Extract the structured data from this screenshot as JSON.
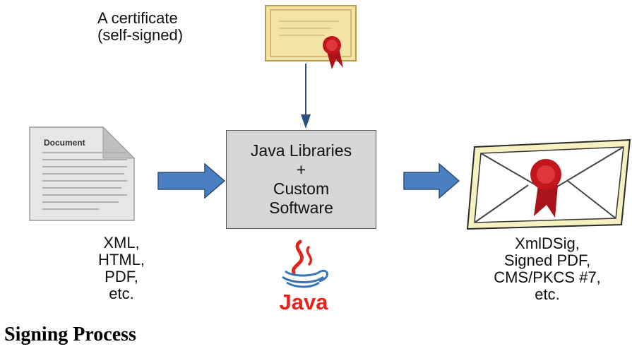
{
  "certificate": {
    "label_line1": "A certificate",
    "label_line2": "(self-signed)",
    "icon": "certificate-icon"
  },
  "input": {
    "icon": "document-icon",
    "doc_title": "Document",
    "labels": [
      "XML,",
      "HTML,",
      "PDF,",
      "etc."
    ]
  },
  "process": {
    "lines": [
      "Java Libraries",
      "+",
      "Custom",
      "Software"
    ],
    "logo_text": "Java",
    "logo_icon": "java-logo-icon"
  },
  "output": {
    "icon": "sealed-envelope-icon",
    "labels": [
      "XmlDSig,",
      "Signed PDF,",
      "CMS/PKCS #7,",
      "etc."
    ]
  },
  "caption": "Signing Process",
  "colors": {
    "arrow_fill": "#4a7fc1",
    "arrow_stroke": "#2c4f7c",
    "box_fill": "#d6d6d6",
    "seal_red": "#c0161c",
    "java_red": "#e1251b",
    "java_blue": "#3a75b0"
  }
}
